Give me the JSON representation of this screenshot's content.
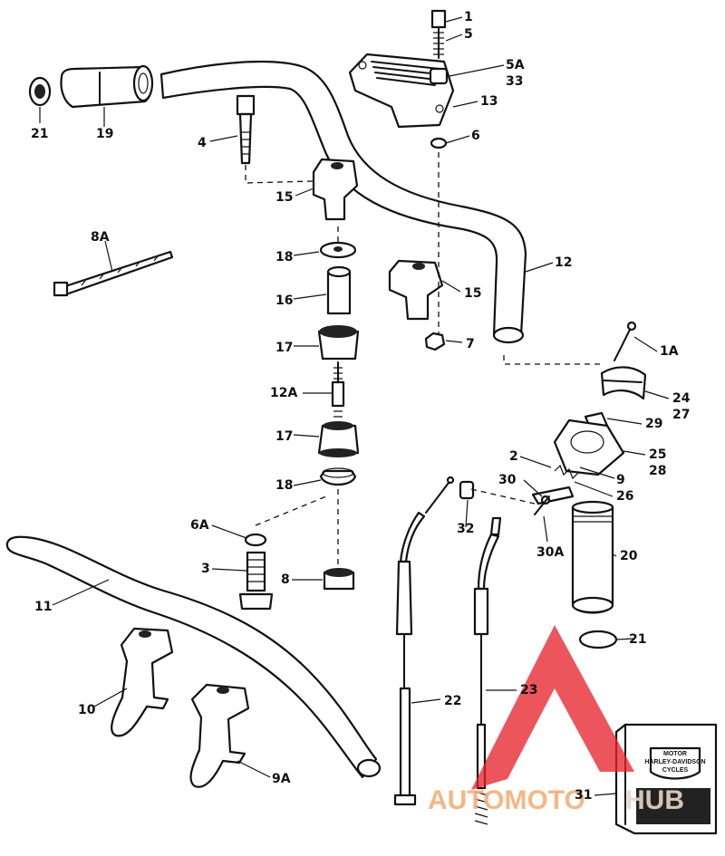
{
  "callouts": {
    "c1": "1",
    "c5": "5",
    "c5a": "5A",
    "c33": "33",
    "c13": "13",
    "c6": "6",
    "c21a": "21",
    "c19": "19",
    "c4": "4",
    "c15a": "15",
    "c8a": "8A",
    "c18a": "18",
    "c16": "16",
    "c15b": "15",
    "c12": "12",
    "c7": "7",
    "c17a": "17",
    "c12a": "12A",
    "c1a": "1A",
    "c24": "24",
    "c27": "27",
    "c29": "29",
    "c17b": "17",
    "c25": "25",
    "c28": "28",
    "c2": "2",
    "c9": "9",
    "c18b": "18",
    "c30": "30",
    "c26": "26",
    "c32": "32",
    "c6a": "6A",
    "c30a": "30A",
    "c3": "3",
    "c8b": "8",
    "c20": "20",
    "c11": "11",
    "c21b": "21",
    "c22": "22",
    "c23": "23",
    "c10": "10",
    "c9a": "9A",
    "c31": "31"
  },
  "watermark": {
    "text_a": "AUTOMOTO",
    "text_b": "HUB",
    "color_a": "#f2b07a",
    "color_b": "#e7d7c6",
    "logo_color": "#e8212a"
  },
  "box_label": {
    "line1": "MOTOR",
    "line2": "HARLEY-DAVIDSON",
    "line3": "CYCLES"
  }
}
